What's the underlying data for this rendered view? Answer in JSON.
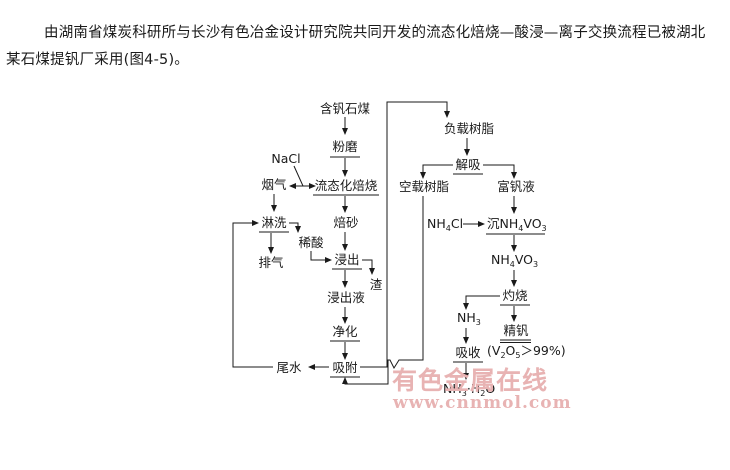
{
  "intro": "由湖南省煤炭科研所与长沙有色冶金设计研究院共同开发的流态化焙烧—酸浸—离子交换流程已被湖北某石煤提钒厂采用(图4-5)。",
  "flow": {
    "raw_material": "含钒石煤",
    "grinding": "粉磨",
    "nacl": "NaCl",
    "roasting": "流态化焙烧",
    "flue_gas": "烟气",
    "scrubbing": "淋洗",
    "exhaust": "排气",
    "dilute_acid": "稀酸",
    "calcine": "焙砂",
    "leaching": "浸出",
    "residue": "渣",
    "leach_liquor": "浸出液",
    "purification": "净化",
    "adsorption": "吸附",
    "tail_water": "尾水",
    "loaded_resin": "负载树脂",
    "desorption": "解吸",
    "empty_resin": "空载树脂",
    "rich_liquor": "富钒液",
    "nh4cl": {
      "main": "NH",
      "sub": "4",
      "tail": "Cl"
    },
    "precipitation": {
      "prefix": "沉NH",
      "sub1": "4",
      "mid": "VO",
      "sub2": "3"
    },
    "ammonium_vanadate": {
      "main": "NH",
      "sub1": "4",
      "mid": "VO",
      "sub2": "3"
    },
    "calcination": "灼烧",
    "ammonia": {
      "main": "NH",
      "sub": "3"
    },
    "absorption": "吸收",
    "ammonia_water": {
      "main": "NH",
      "sub": "3",
      "tail": "·H",
      "sub2": "2",
      "end": "O"
    },
    "refined_vanadium": "精钒",
    "purity": {
      "open": "(V",
      "sub1": "2",
      "o": "O",
      "sub2": "5",
      "tail": "＞99%)"
    }
  },
  "watermark": {
    "text": "有色金属在线",
    "url": "www.cnnmol.com",
    "color": "#e8b3b3"
  }
}
